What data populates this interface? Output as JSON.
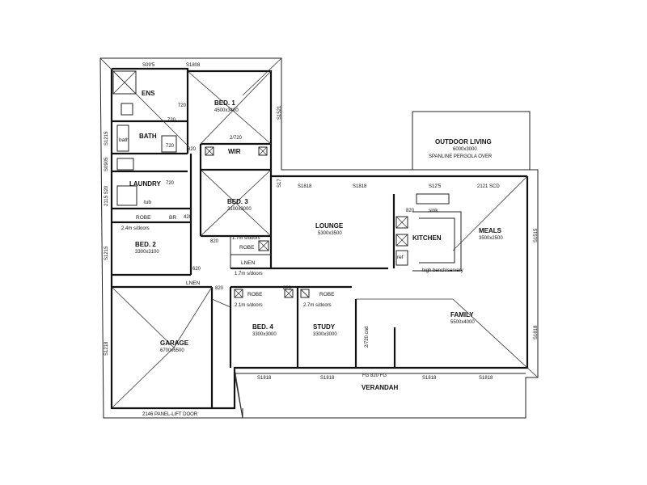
{
  "rooms": {
    "bed1": {
      "name": "BED. 1",
      "size": "4500x3400"
    },
    "ens": {
      "name": "ENS"
    },
    "bath": {
      "name": "BATH"
    },
    "wir": {
      "name": "WIR",
      "door": "2/720"
    },
    "laundry": {
      "name": "LAUNDRY",
      "door": "720"
    },
    "bed3": {
      "name": "BED. 3",
      "size": "3100x3000"
    },
    "bed2": {
      "name": "BED. 2",
      "size": "3300x3100"
    },
    "lounge": {
      "name": "LOUNGE",
      "size": "5300x3500"
    },
    "kitchen": {
      "name": "KITCHEN"
    },
    "meals": {
      "name": "MEALS",
      "size": "3500x2500"
    },
    "family": {
      "name": "FAMILY",
      "size": "5500x4000"
    },
    "bed4": {
      "name": "BED. 4",
      "size": "3300x3000"
    },
    "study": {
      "name": "STUDY",
      "size": "3300x3000"
    },
    "garage": {
      "name": "GARAGE",
      "size": "6700x6500"
    },
    "verandah": {
      "name": "VERANDAH"
    },
    "outdoor": {
      "name": "OUTDOOR LIVING",
      "size": "6000x3000",
      "note": "SPANLINE PERGOLA OVER"
    }
  },
  "fixtures": {
    "robe": "ROBE",
    "robe_bed2": "ROBE",
    "br": "BR",
    "lnen": "LNEN",
    "lnen2": "LNEN",
    "robe3": "ROBE",
    "robe4": "ROBE",
    "robe5": "ROBE",
    "sink": "sink",
    "tub": "tub",
    "bath_fixture": "bath",
    "ref": "ref",
    "counter_note": "high bench/servery"
  },
  "notes": {
    "bed2_robe": "2.4m s/doors",
    "bed3_robe": "1.7m s/doors",
    "lnen_robe": "1.7m s/doors",
    "bed4_robe": "2.1m s/doors",
    "study_robe": "2.7m s/doors",
    "garage_door": "2146 PANEL-LIFT DOOR",
    "study_door": "2/720 cnd",
    "front_door": "FG 820 FG"
  },
  "doors": {
    "d820a": "820",
    "d820b": "820",
    "d820c": "820",
    "d820d": "820",
    "d820e": "820",
    "d620": "620",
    "d720": "720",
    "d720b": "720",
    "d720c": "720"
  },
  "windows": {
    "top1": "S09'5",
    "top2": "S1808",
    "bed1_right": "S1521",
    "left1": "S1215",
    "left2": "S0905",
    "left3": "2115 S20",
    "left4": "S1215",
    "left5": "S1218",
    "lounge1": "S1818",
    "lounge2": "S1818",
    "kitchen": "S12'5",
    "meals_top": "2121 SCD",
    "meals_right": "S1515",
    "family_right": "S1818",
    "front1": "S1818",
    "front2": "S1818",
    "front3": "S1818",
    "front4": "S1818",
    "sv": "S17"
  }
}
